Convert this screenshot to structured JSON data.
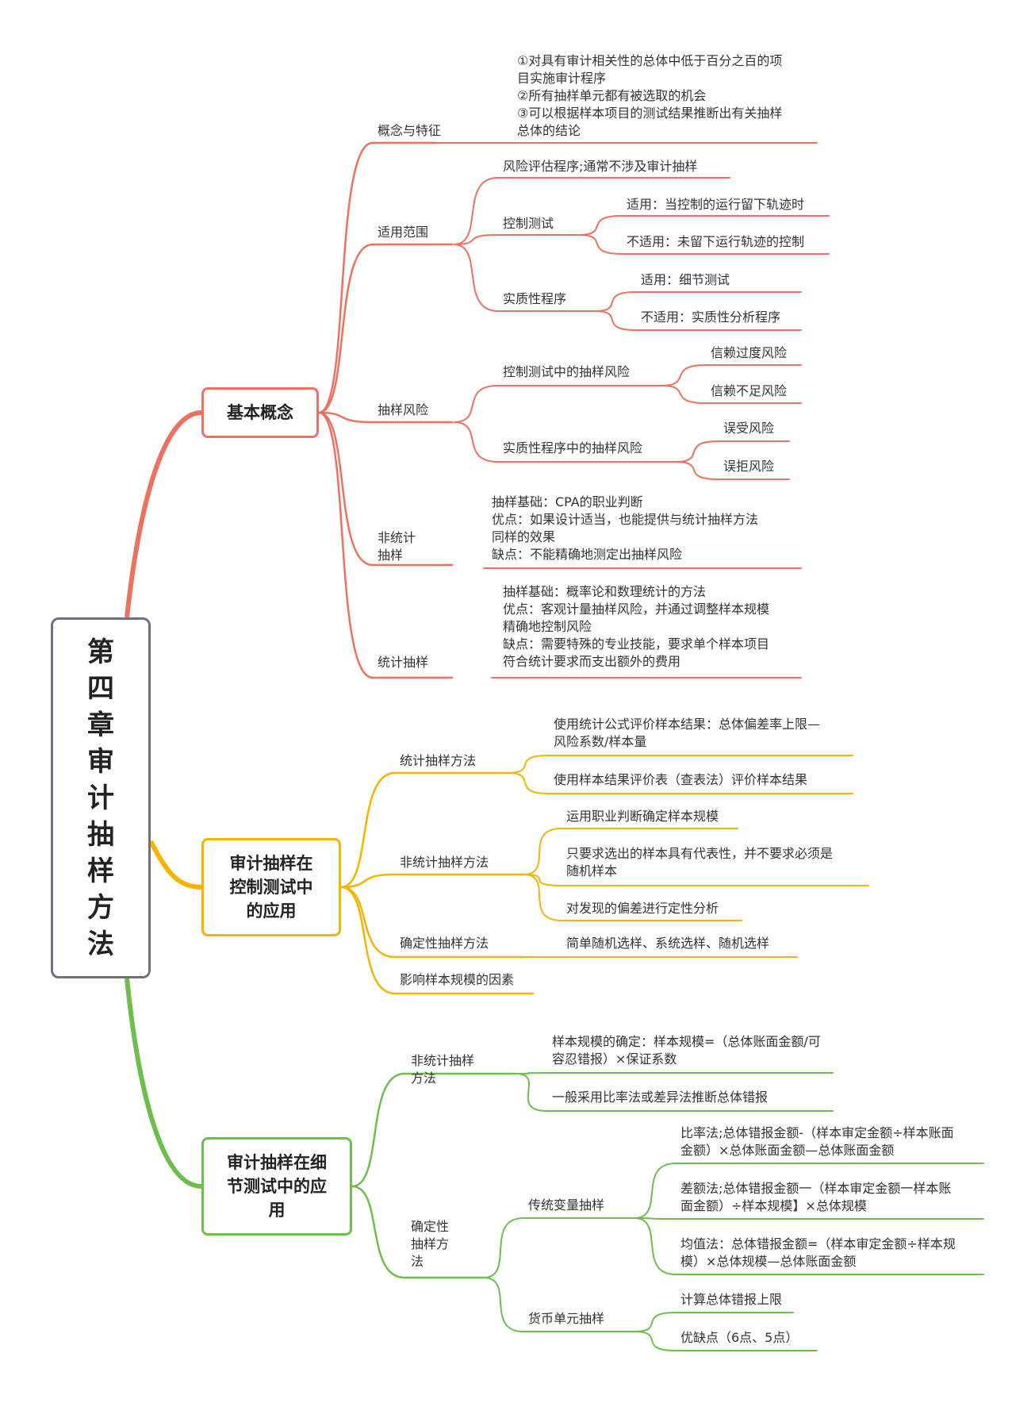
{
  "root": {
    "chars": [
      "第",
      "四",
      "章",
      "审",
      "计",
      "抽",
      "样",
      "方",
      "法"
    ]
  },
  "colors": {
    "branch1": "#f07060",
    "branch2": "#f5b400",
    "branch3": "#6cc04a",
    "root_border": "#6e7180"
  },
  "branch1": {
    "title": "基本概念",
    "concept": {
      "label": "概念与特征",
      "lines": [
        "①对具有审计相关性的总体中低于百分之百的项",
        "目实施审计程序",
        "②所有抽样单元都有被选取的机会",
        "③可以根据样本项目的测试结果推断出有关抽样",
        "总体的结论"
      ]
    },
    "scope": {
      "label": "适用范围",
      "risk_assessment": "风险评估程序;通常不涉及审计抽样",
      "control_test": "控制测试",
      "control_yes": "适用：当控制的运行留下轨迹时",
      "control_no": "不适用：未留下运行轨迹的控制",
      "substantive": "实质性程序",
      "sub_yes": "适用：细节测试",
      "sub_no": "不适用：实质性分析程序"
    },
    "sampling_risk": {
      "label": "抽样风险",
      "ct_risk": "控制测试中的抽样风险",
      "over_reliance": "信赖过度风险",
      "under_reliance": "信赖不足风险",
      "sp_risk": "实质性程序中的抽样风险",
      "incorrect_accept": "误受风险",
      "incorrect_reject": "误拒风险"
    },
    "nonstat": {
      "label_1": "非统计",
      "label_2": "抽样",
      "lines": [
        "抽样基础：CPA的职业判断",
        "优点：如果设计适当，也能提供与统计抽样方法",
        "同样的效果",
        "缺点：不能精确地测定出抽样风险"
      ]
    },
    "stat": {
      "label": "统计抽样",
      "lines": [
        "抽样基础：概率论和数理统计的方法",
        "优点：客观计量抽样风险，并通过调整样本规模",
        "精确地控制风险",
        "缺点：需要特殊的专业技能，要求单个样本项目",
        "符合统计要求而支出额外的费用"
      ]
    }
  },
  "branch2": {
    "title_lines": [
      "审计抽样在",
      "控制测试中",
      "的应用"
    ],
    "stat_method": {
      "label": "统计抽样方法",
      "formula_lines": [
        "使用统计公式评价样本结果：总体偏差率上限—",
        "风险系数/样本量"
      ],
      "table": "使用样本结果评价表（查表法）评价样本结果"
    },
    "nonstat_method": {
      "label": "非统计抽样方法",
      "item1": "运用职业判断确定样本规模",
      "item2_lines": [
        "只要求选出的样本具有代表性，并不要求必须是",
        "随机样本"
      ],
      "item3": "对发现的偏差进行定性分析"
    },
    "determ_method": {
      "label": "确定性抽样方法",
      "item": "简单随机选样、系统选样、随机选样"
    },
    "factors": {
      "label": "影响样本规模的因素"
    }
  },
  "branch3": {
    "title_lines": [
      "审计抽样在细",
      "节测试中的应",
      "用"
    ],
    "nonstat": {
      "label_1": "非统计抽样",
      "label_2": "方法",
      "size_lines": [
        "样本规模的确定：样本规模=（总体账面金额/可",
        "容忍错报）×保证系数"
      ],
      "ratio": "一般采用比率法或差异法推断总体错报"
    },
    "determ": {
      "label_lines": [
        "确定性",
        "抽样方",
        "法"
      ],
      "traditional": "传统变量抽样",
      "ratio_lines": [
        "比率法;总体错报金额-（样本审定金额÷样本账面",
        "金额）×总体账面金额—总体账面金额"
      ],
      "diff_lines": [
        "差额法;总体错报金额一（样本审定金额一样本账",
        "面金额）÷样本规模】×总体规模"
      ],
      "mean_lines": [
        "均值法：总体错报金额=（样本审定金额÷样本规",
        "模）×总体规模—总体账面金额"
      ],
      "mus": "货币单元抽样",
      "upper": "计算总体错报上限",
      "proscons": "优缺点（6点、5点）"
    }
  }
}
